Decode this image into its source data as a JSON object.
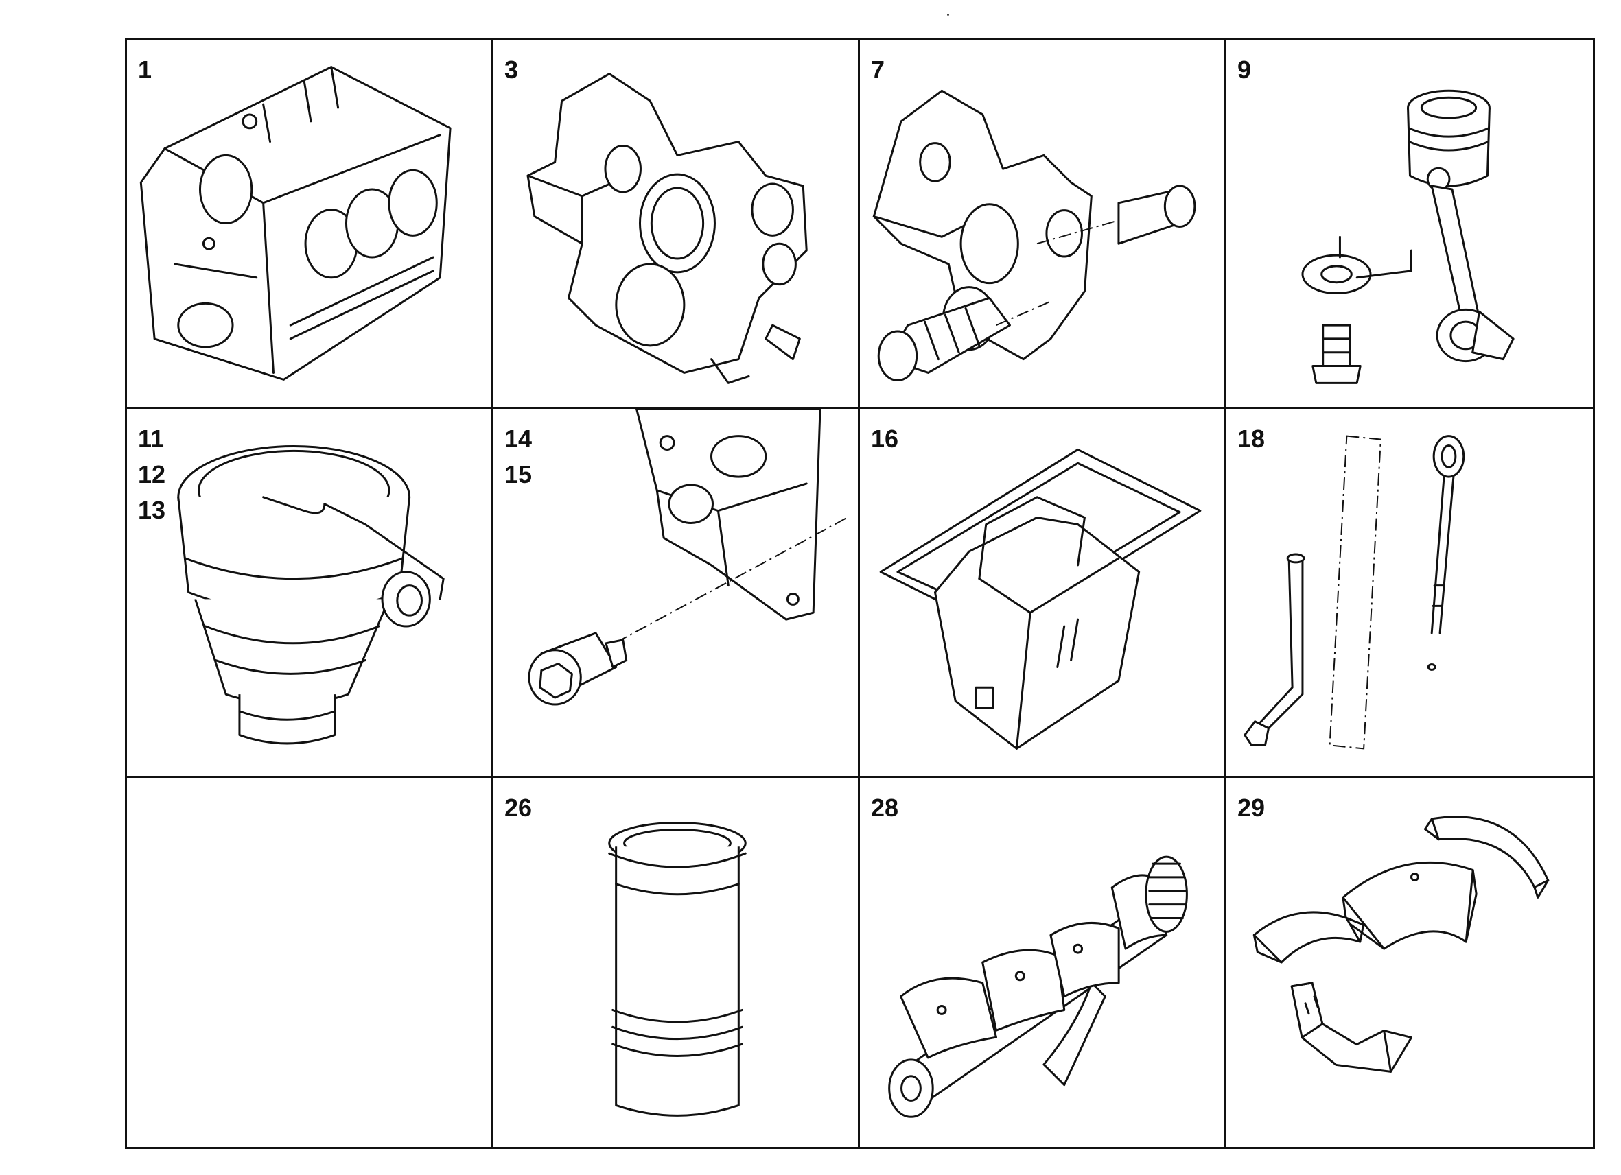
{
  "cells": [
    {
      "labels": [
        "1"
      ],
      "icon": "engine-block-icon"
    },
    {
      "labels": [
        "3"
      ],
      "icon": "timing-case-icon"
    },
    {
      "labels": [
        "7"
      ],
      "icon": "timing-case-with-plugs-icon"
    },
    {
      "labels": [
        "9"
      ],
      "icon": "piston-connecting-rod-icon"
    },
    {
      "labels": [
        "11",
        "12",
        "13"
      ],
      "icon": "oil-separator-icon"
    },
    {
      "labels": [
        "14",
        "15"
      ],
      "icon": "sensor-plug-icon"
    },
    {
      "labels": [
        "16"
      ],
      "icon": "oil-pan-icon"
    },
    {
      "labels": [
        "18"
      ],
      "icon": "dipstick-icon"
    },
    {
      "labels": [],
      "icon": "empty-cell"
    },
    {
      "labels": [
        "26"
      ],
      "icon": "cylinder-liner-icon"
    },
    {
      "labels": [
        "28"
      ],
      "icon": "crankshaft-icon"
    },
    {
      "labels": [
        "29"
      ],
      "icon": "bearing-shells-icon"
    }
  ]
}
